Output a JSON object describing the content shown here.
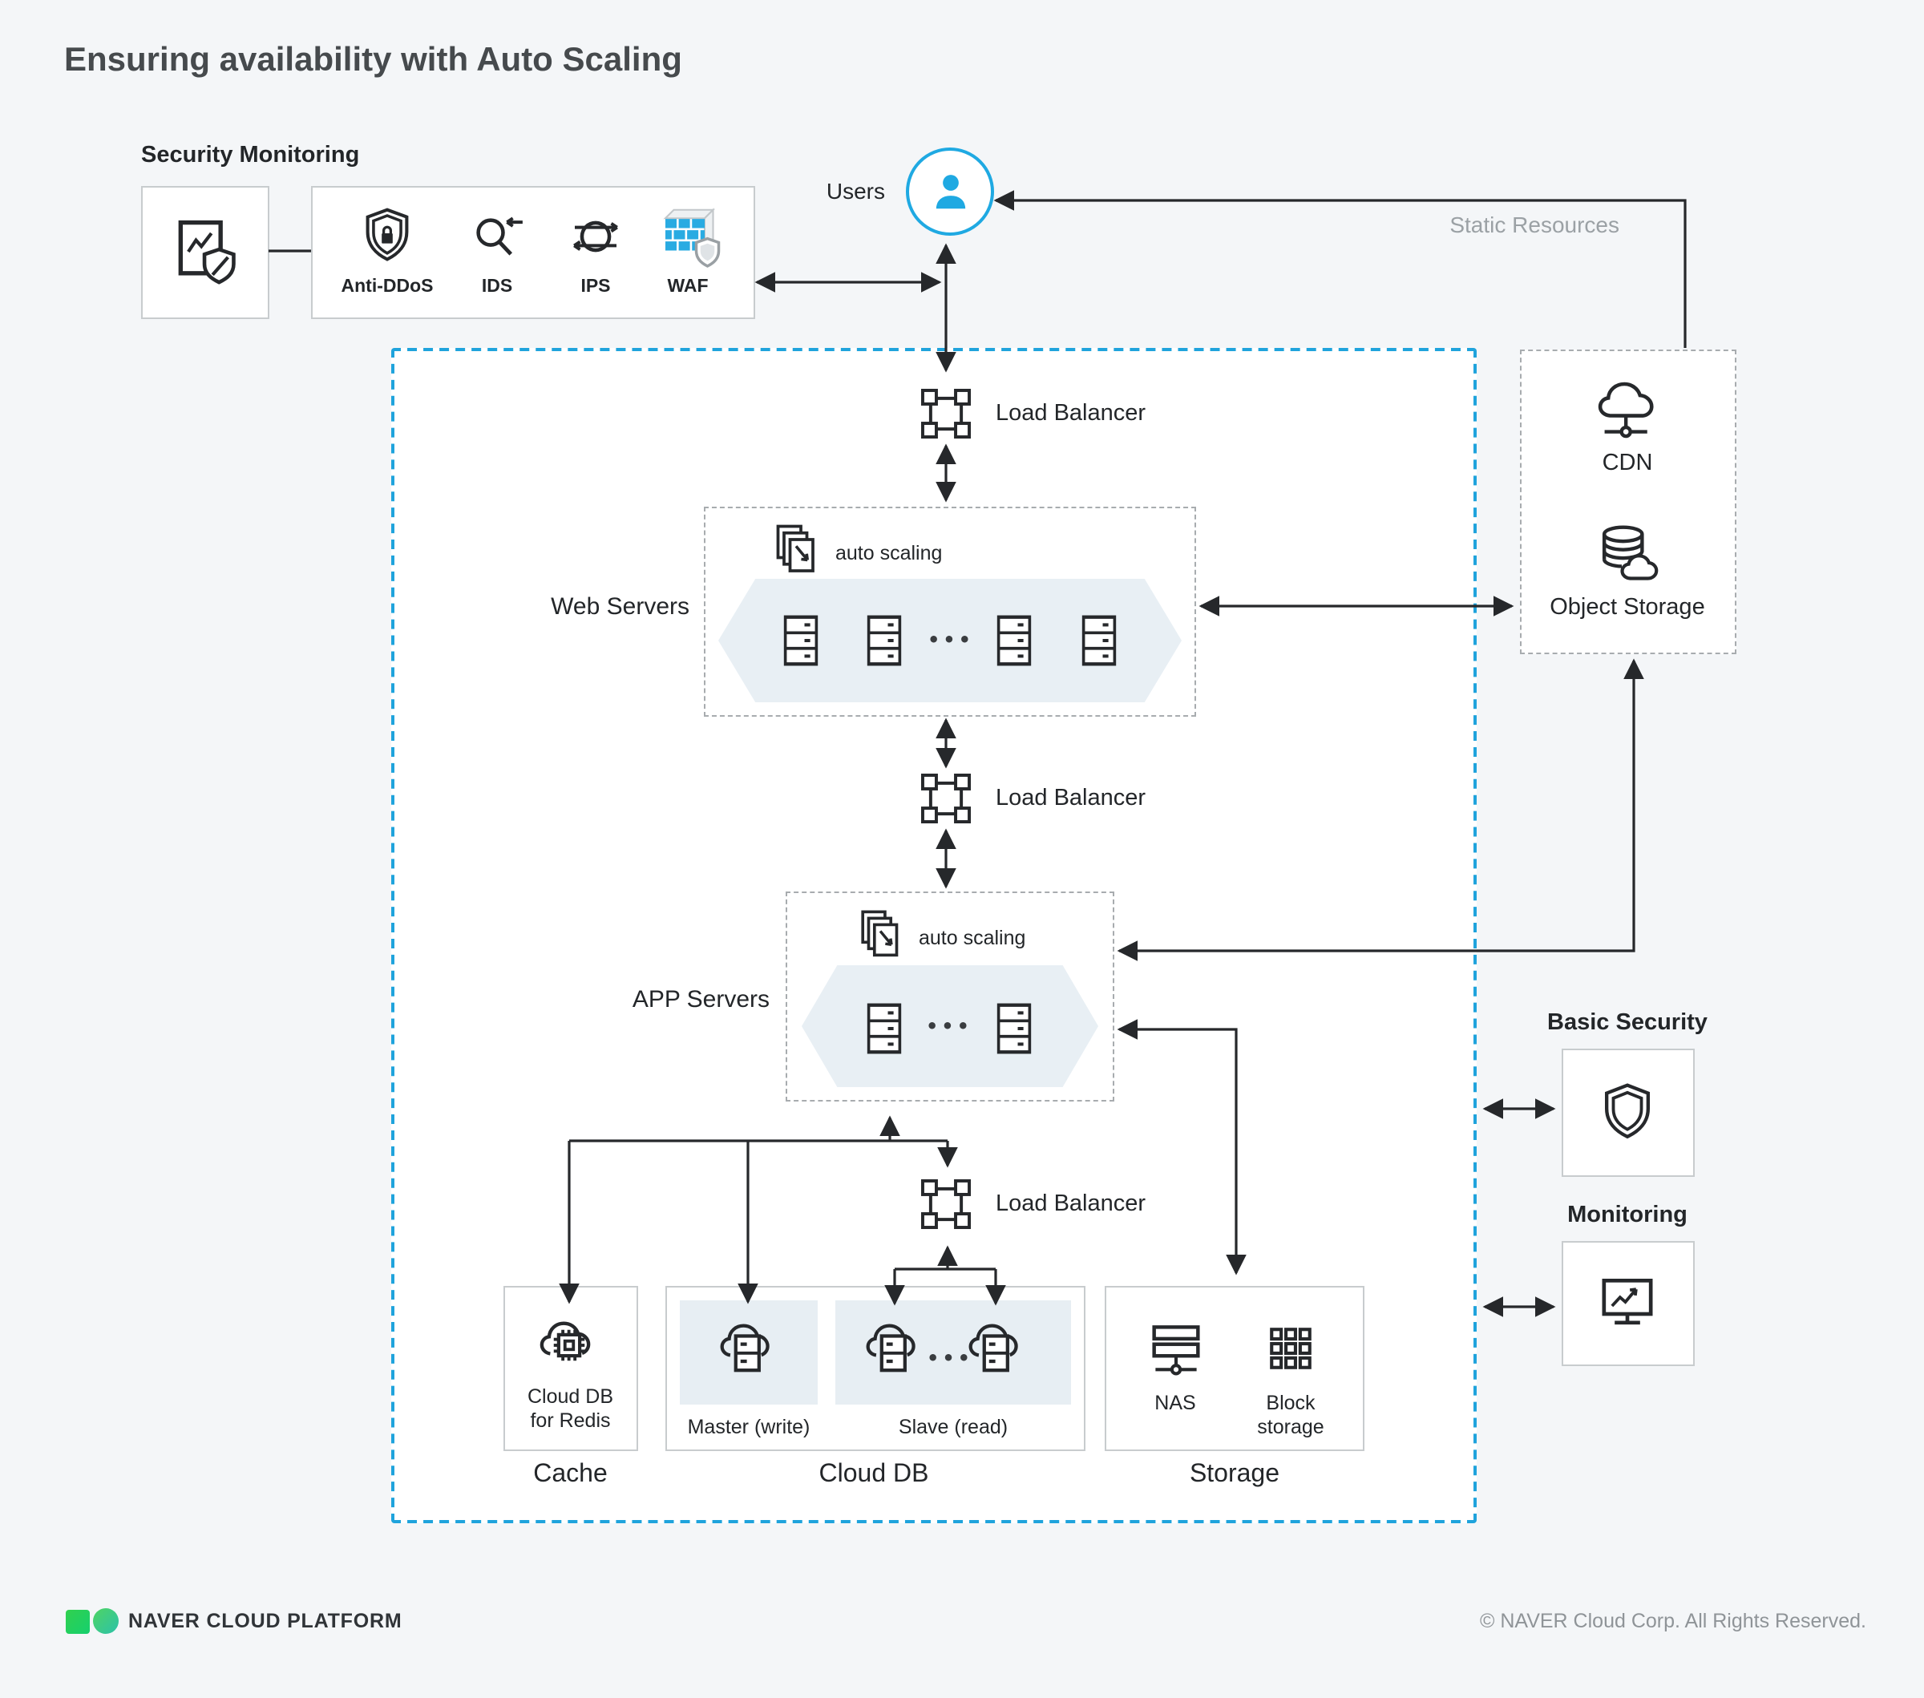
{
  "page": {
    "title": "Ensuring availability with Auto Scaling"
  },
  "colors": {
    "background": "#f4f6f8",
    "accent_blue_dashed": "#1fa3dc",
    "users_blue": "#1fa9e2",
    "waf_brick_blue": "#29abe2",
    "line_dark": "#26282b",
    "band_light_blue": "#e8eff4",
    "box_border_gray": "#c8ccce",
    "text_gray": "#9ba1a5",
    "logo_green": "#16cf6e"
  },
  "security_monitoring": {
    "label": "Security Monitoring",
    "monitor_icon": "monitor-shield-icon",
    "services": [
      {
        "label": "Anti-DDoS",
        "icon": "shield-lock-icon"
      },
      {
        "label": "IDS",
        "icon": "magnifier-arrow-icon"
      },
      {
        "label": "IPS",
        "icon": "circle-arrows-icon"
      },
      {
        "label": "WAF",
        "icon": "firewall-icon"
      }
    ]
  },
  "users": {
    "label": "Users",
    "icon": "user-icon"
  },
  "static_resources": {
    "label": "Static Resources"
  },
  "load_balancers": [
    {
      "label": "Load Balancer",
      "icon": "load-balancer-icon"
    },
    {
      "label": "Load Balancer",
      "icon": "load-balancer-icon"
    },
    {
      "label": "Load Balancer",
      "icon": "load-balancer-icon"
    }
  ],
  "web_servers": {
    "label": "Web Servers",
    "auto_scaling_label": "auto scaling",
    "auto_scaling_icon": "auto-scaling-icon",
    "server_icon": "server-icon",
    "server_count": 4,
    "ellipsis": "•••"
  },
  "app_servers": {
    "label": "APP Servers",
    "auto_scaling_label": "auto scaling",
    "auto_scaling_icon": "auto-scaling-icon",
    "server_icon": "server-icon",
    "server_count": 2,
    "ellipsis": "•••"
  },
  "cache": {
    "group_label": "Cache",
    "node_label_line1": "Cloud DB",
    "node_label_line2": "for Redis",
    "icon": "cloud-redis-icon"
  },
  "cloud_db": {
    "group_label": "Cloud DB",
    "master_label": "Master (write)",
    "slave_label": "Slave (read)",
    "icon": "cloud-db-icon",
    "ellipsis": "•••"
  },
  "storage": {
    "group_label": "Storage",
    "items": [
      {
        "label": "NAS",
        "icon": "nas-icon"
      },
      {
        "label": "Block storage",
        "icon": "block-storage-icon"
      }
    ]
  },
  "cdn_group": {
    "cdn_label": "CDN",
    "cdn_icon": "cdn-icon",
    "object_storage_label": "Object Storage",
    "object_storage_icon": "object-storage-icon"
  },
  "basic_security": {
    "label": "Basic Security",
    "icon": "shield-icon"
  },
  "monitoring": {
    "label": "Monitoring",
    "icon": "monitor-chart-icon"
  },
  "footer": {
    "brand_bold": "NAVER",
    "brand_rest": "CLOUD PLATFORM",
    "copyright": "© NAVER Cloud Corp. All Rights Reserved."
  }
}
